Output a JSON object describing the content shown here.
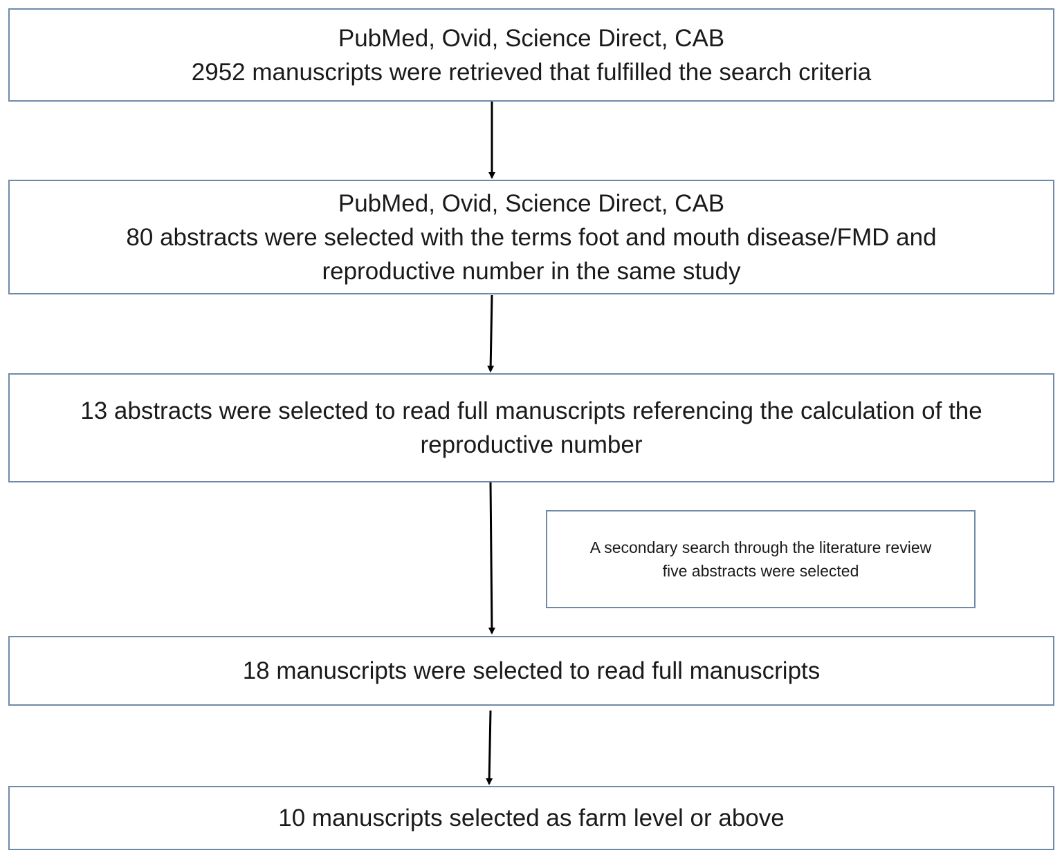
{
  "flow": {
    "box1": {
      "line1": "PubMed, Ovid, Science Direct, CAB",
      "line2": "2952 manuscripts were retrieved that fulfilled the search criteria"
    },
    "box2": {
      "line1": "PubMed, Ovid, Science Direct, CAB",
      "line2": "80 abstracts were selected with the terms foot and mouth disease/FMD and",
      "line3": "reproductive number in the same study"
    },
    "box3": {
      "line1": "13 abstracts were selected to read full manuscripts referencing the calculation of the",
      "line2": "reproductive number"
    },
    "side_note": {
      "line1": "A secondary search through the literature review",
      "line2": "five abstracts were selected"
    },
    "box4": {
      "line1": "18 manuscripts were selected to read full manuscripts"
    },
    "box5": {
      "line1": "10  manuscripts selected as farm level or above"
    }
  },
  "colors": {
    "box_border": "#6f8aa8",
    "arrow": "#000000",
    "text": "#1a1a1a"
  }
}
